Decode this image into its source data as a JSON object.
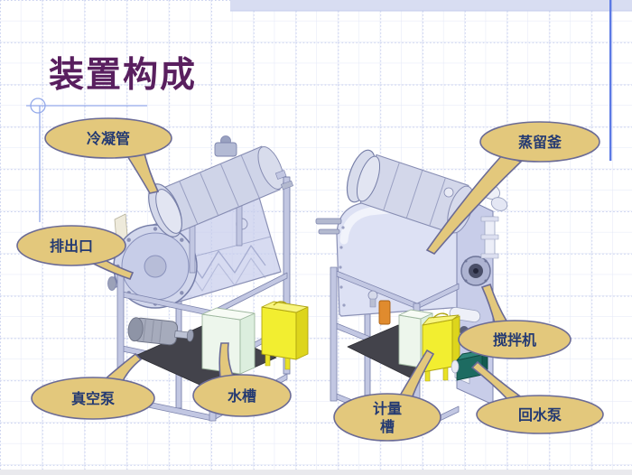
{
  "slide": {
    "title": "装置构成"
  },
  "callouts": {
    "condenser": {
      "label": "冷凝管"
    },
    "outlet": {
      "label": "排出口"
    },
    "vacuum_pump": {
      "label": "真空泵"
    },
    "water_tank": {
      "label": "水槽"
    },
    "distillation_kettle": {
      "label": "蒸留釜"
    },
    "agitator": {
      "label": "搅拌机"
    },
    "measuring_tank": {
      "label": "计量槽",
      "line1": "计量",
      "line2": "槽"
    },
    "return_pump": {
      "label": "回水泵"
    }
  },
  "colors": {
    "title_text": "#591f5f",
    "callout_fill": "#e3c87c",
    "callout_border": "#6b6b95",
    "callout_text": "#243a72",
    "accent_line": "#5b79e4",
    "grid_line": "#e3e7f7",
    "top_band": "#d8ddf2"
  }
}
